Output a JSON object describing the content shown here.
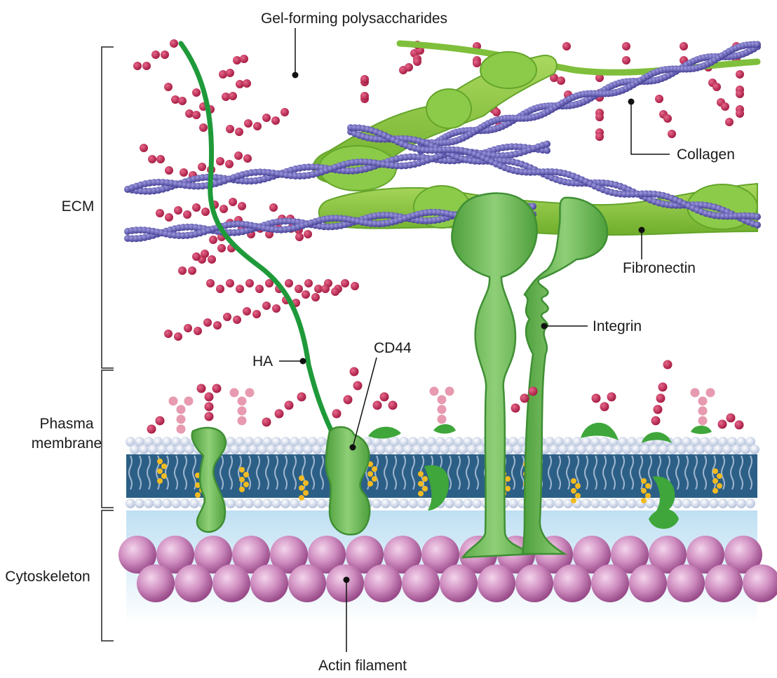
{
  "labels": {
    "gel_polysaccharides": "Gel-forming polysaccharides",
    "collagen": "Collagen",
    "fibronectin": "Fibronectin",
    "integrin": "Integrin",
    "ha": "HA",
    "cd44": "CD44",
    "actin_filament": "Actin filament"
  },
  "regions": {
    "ecm": "ECM",
    "membrane_line1": "Phasma",
    "membrane_line2": "membrane",
    "cytoskeleton": "Cytoskeleton"
  },
  "colors": {
    "polysaccharide": "#c0335a",
    "polysaccharide_light": "#e79ab0",
    "collagen": "#5b54a8",
    "fibronectin": "#8cc63f",
    "protein_green": "#4fae3e",
    "ha_strand": "#1f9a3a",
    "lipid_head": "#c9d5ee",
    "lipid_core": "#2c5f86",
    "cholesterol": "#f2bb22",
    "actin": "#c77fb6",
    "cytosol": "#cfe8f5"
  }
}
